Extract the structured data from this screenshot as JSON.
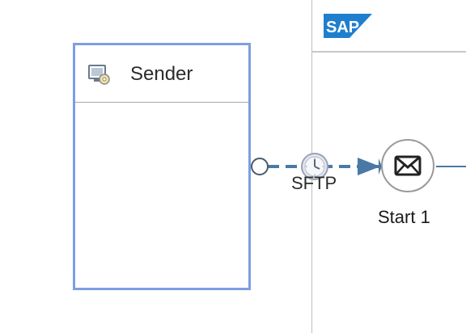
{
  "sender": {
    "label": "Sender",
    "icon": "sender-system-icon"
  },
  "channel": {
    "label": "SFTP",
    "icon": "timer-icon"
  },
  "start_event": {
    "label": "Start 1",
    "icon": "envelope-icon"
  },
  "branding": {
    "logo_text": "SAP",
    "logo_color": "#1f7fcf"
  },
  "colors": {
    "selection_border": "#7c9ee3",
    "connector": "#4a79a6"
  }
}
